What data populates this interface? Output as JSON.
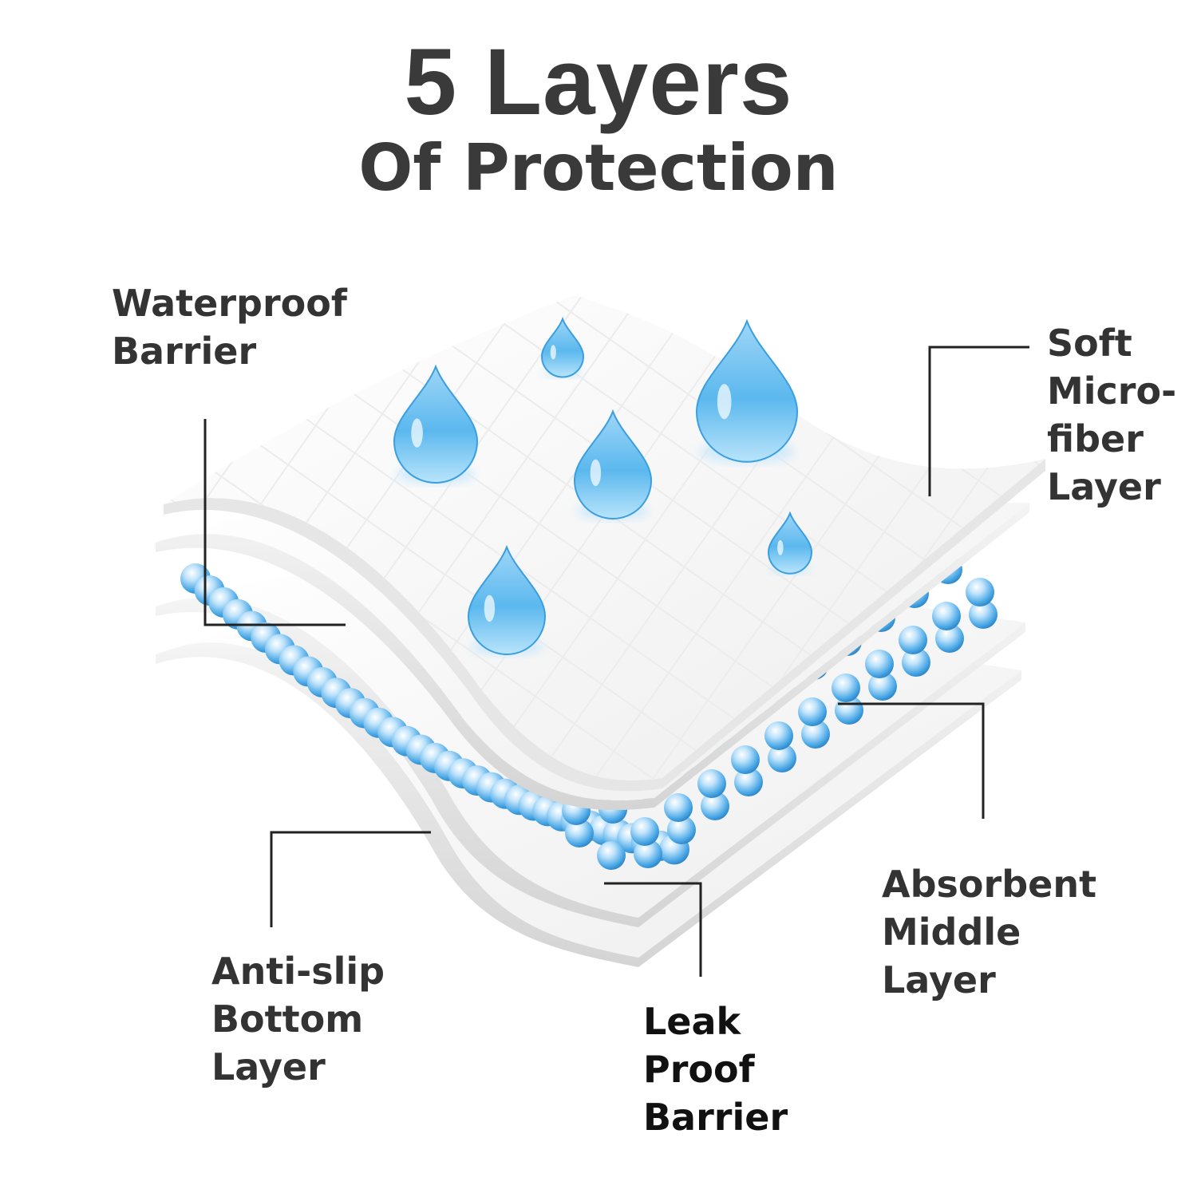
{
  "title": {
    "line1": "5 Layers",
    "line2": "Of Protection"
  },
  "labels": {
    "waterproof": [
      "Waterproof",
      "Barrier"
    ],
    "microfiber": [
      "Soft",
      "Micro-",
      "fiber",
      "Layer"
    ],
    "absorbent": [
      "Absorbent",
      "Middle",
      "Layer"
    ],
    "antislip": [
      "Anti-slip",
      "Bottom",
      "Layer"
    ],
    "leakproof": [
      "Leak",
      "Proof",
      "Barrier"
    ]
  },
  "colors": {
    "title": "#3a3a3a",
    "label": "#333333",
    "drop": "#5bb8ee",
    "bead": "#4aa8e6",
    "sheet": "#ffffff",
    "leader": "#222222"
  },
  "icons": {
    "drop": "water-drop-icon",
    "bead": "absorbent-bead-icon"
  }
}
